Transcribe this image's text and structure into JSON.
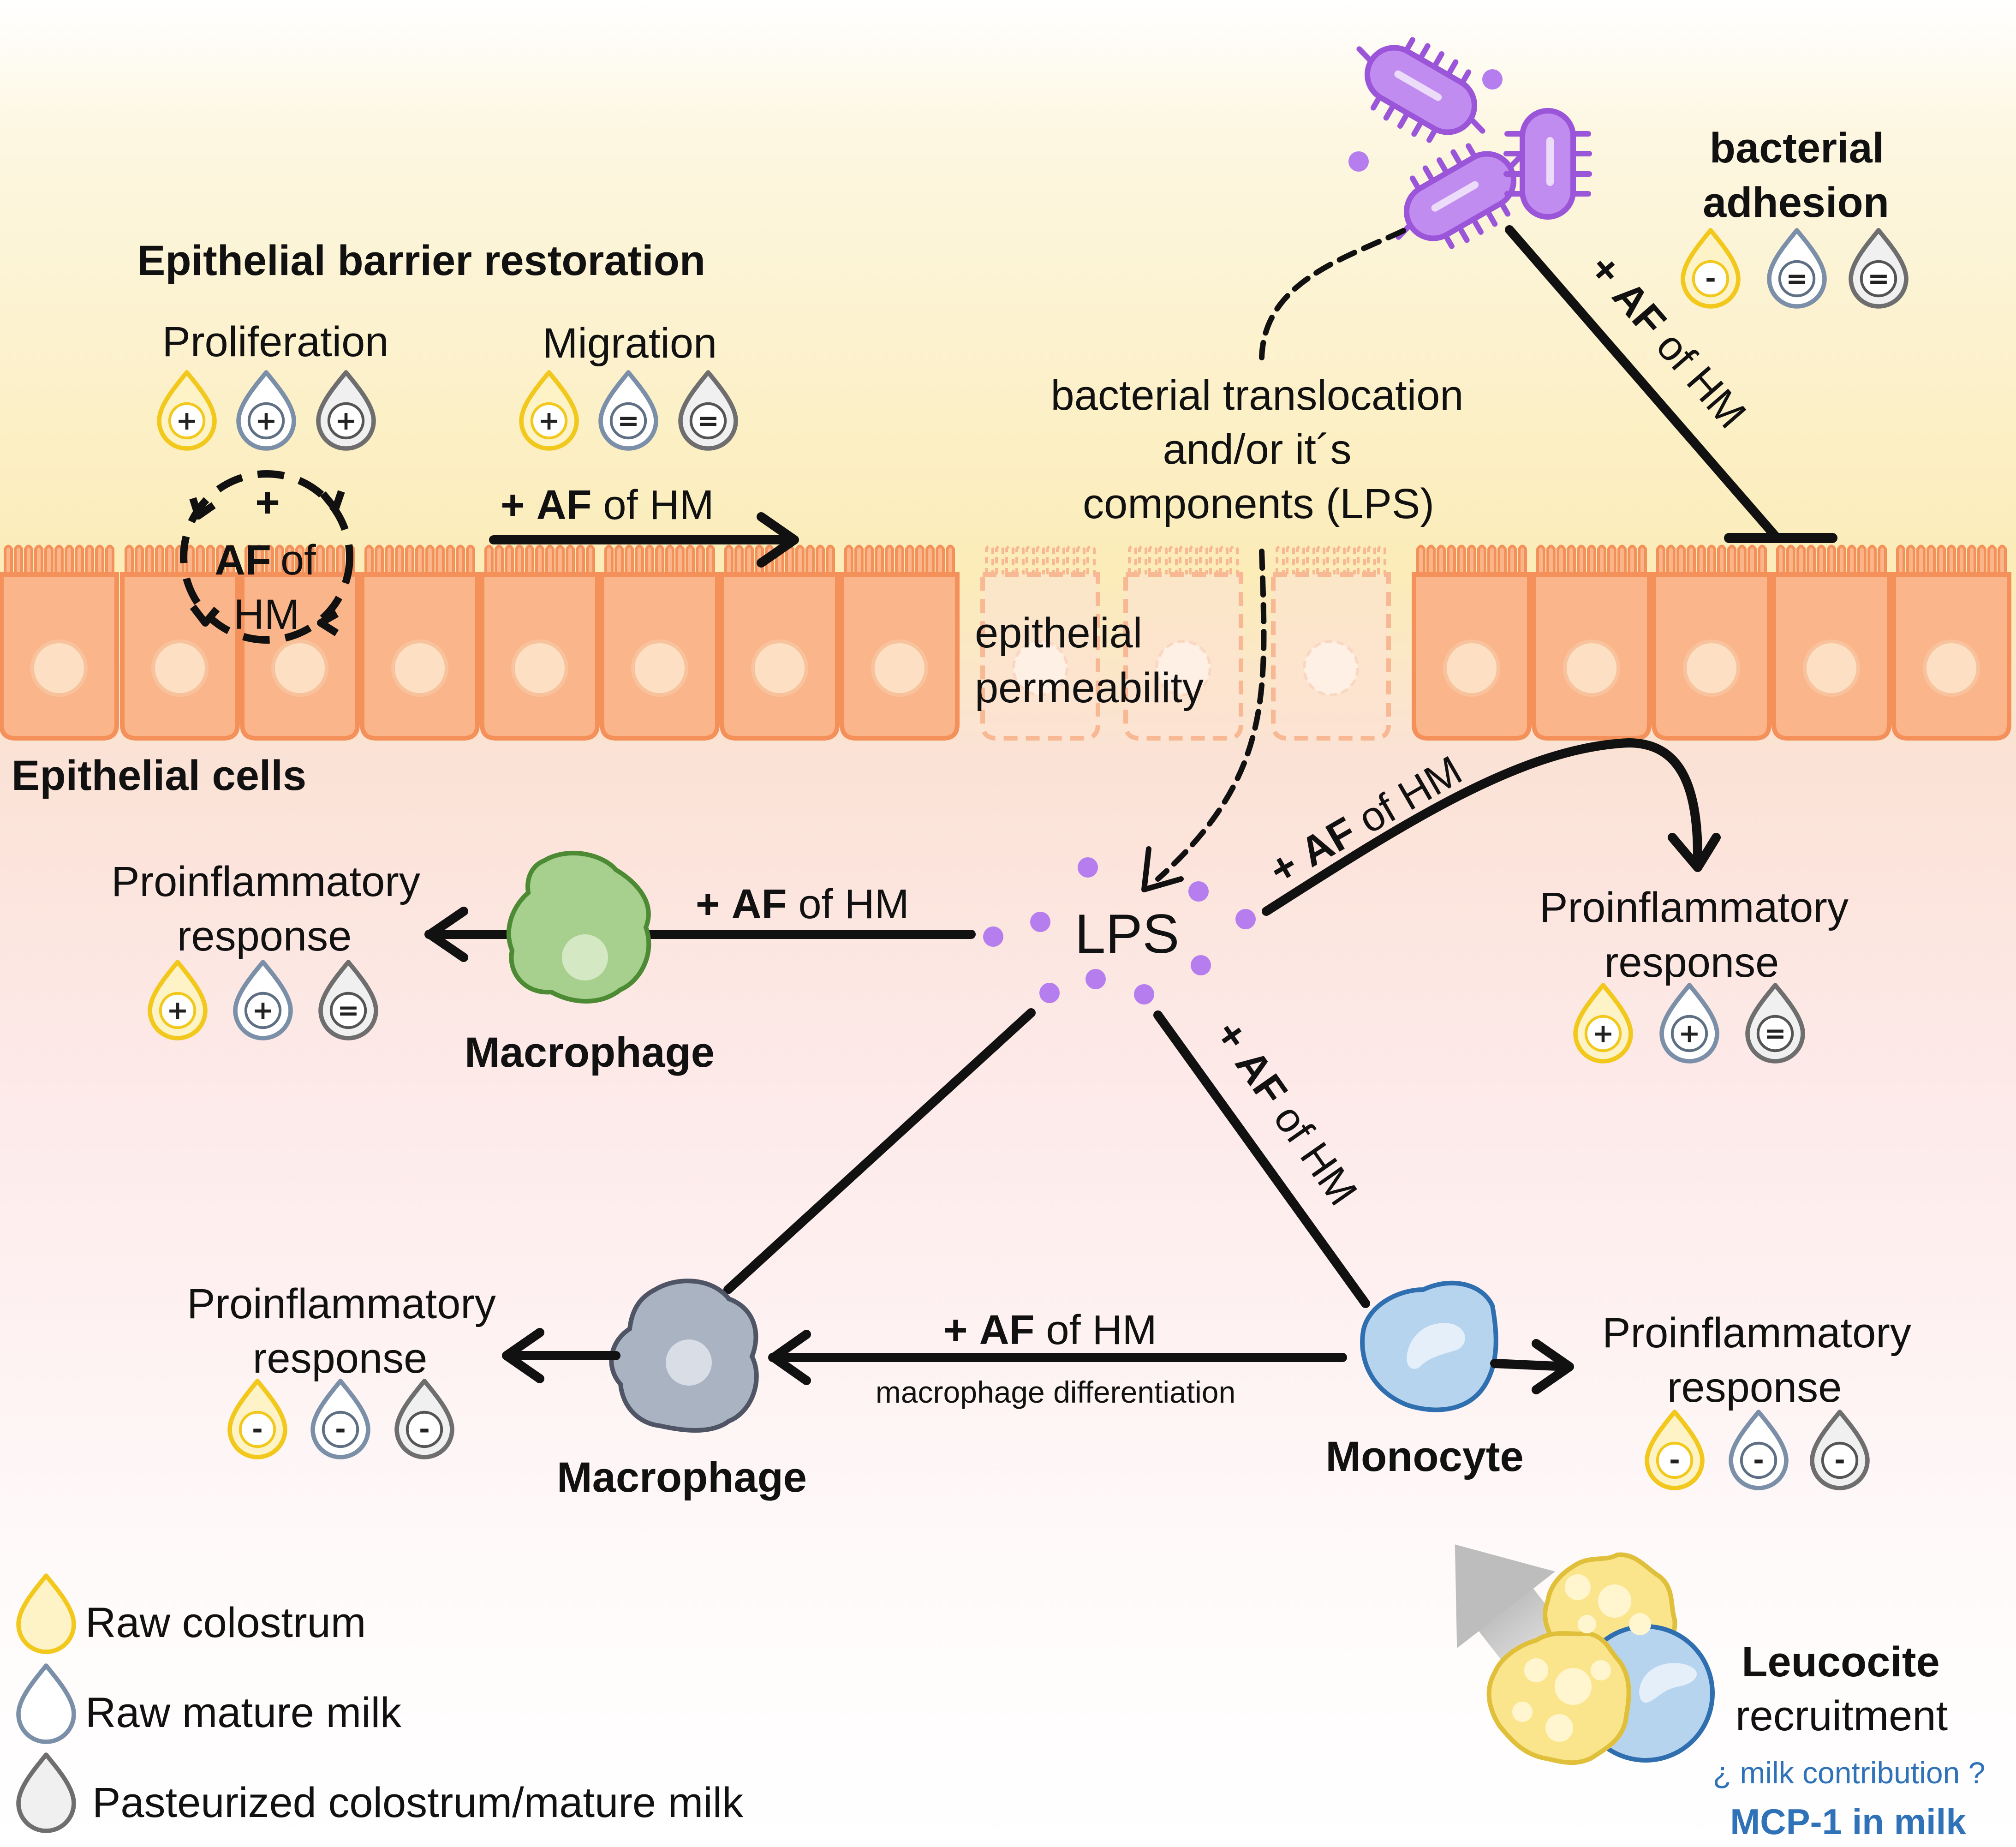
{
  "title": "Epithelial barrier restoration",
  "barrier": {
    "proliferation": {
      "label": "Proliferation",
      "drops": [
        "+",
        "+",
        "+"
      ]
    },
    "migration": {
      "label": "Migration",
      "drops": [
        "+",
        "=",
        "="
      ]
    },
    "cycle": {
      "plus": "+",
      "af": "AF",
      "of": "of",
      "hm": "HM"
    }
  },
  "af_label": {
    "plus": "+",
    "af": "AF",
    "rest": "of HM"
  },
  "epithelial_cells_label": "Epithelial cells",
  "permeability": {
    "line1": "epithelial",
    "line2": "permeability"
  },
  "translocation": {
    "line1": "bacterial translocation",
    "line2": "and/or it´s",
    "line3": "components (LPS)"
  },
  "adhesion": {
    "line1": "bacterial",
    "line2": "adhesion",
    "drops": [
      "-",
      "=",
      "="
    ]
  },
  "lps_label": "LPS",
  "proinflammatory": {
    "line1": "Proinflammatory",
    "line2": "response"
  },
  "responses": {
    "macrophage_lps": [
      "+",
      "+",
      "="
    ],
    "epithelial": [
      "+",
      "+",
      "="
    ],
    "macrophage_diff": [
      "-",
      "-",
      "-"
    ],
    "monocyte": [
      "-",
      "-",
      "-"
    ]
  },
  "cells": {
    "macrophage_green": "Macrophage",
    "macrophage_grey": "Macrophage",
    "monocyte": "Monocyte"
  },
  "differentiation_label": "macrophage differentiation",
  "leucocite": {
    "line1": "Leucocite",
    "line2": "recruitment",
    "question": "¿ milk contribution ?",
    "mcp": "MCP-1 in milk"
  },
  "legend": [
    {
      "label": "Raw colostrum",
      "color": "#f2c81c",
      "fill": "#fdf3c6"
    },
    {
      "label": "Raw mature milk",
      "color": "#7b8fa8",
      "fill": "#ffffff"
    },
    {
      "label": "Pasteurized colostrum/mature  milk",
      "color": "#6e6e6e",
      "fill": "#f0f0f0"
    }
  ],
  "colors": {
    "epithelium": "#fbb58a",
    "epithelium_stroke": "#f4915a",
    "bacteria": "#b77de8",
    "lps_dots": "#b57ded",
    "macrophage_green": "#a7d08e",
    "macrophage_grey": "#aab3c2",
    "monocyte": "#b7d4ee",
    "leucocyte_yellow": "#fbe58c",
    "mcp_text": "#2f72b8"
  }
}
